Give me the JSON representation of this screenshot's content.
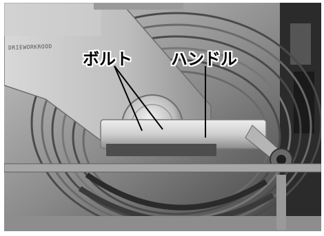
{
  "labels": {
    "bolt": "ボルト",
    "handle": "ハンドル"
  },
  "embossed_text": "DRIEWORKROOD"
}
